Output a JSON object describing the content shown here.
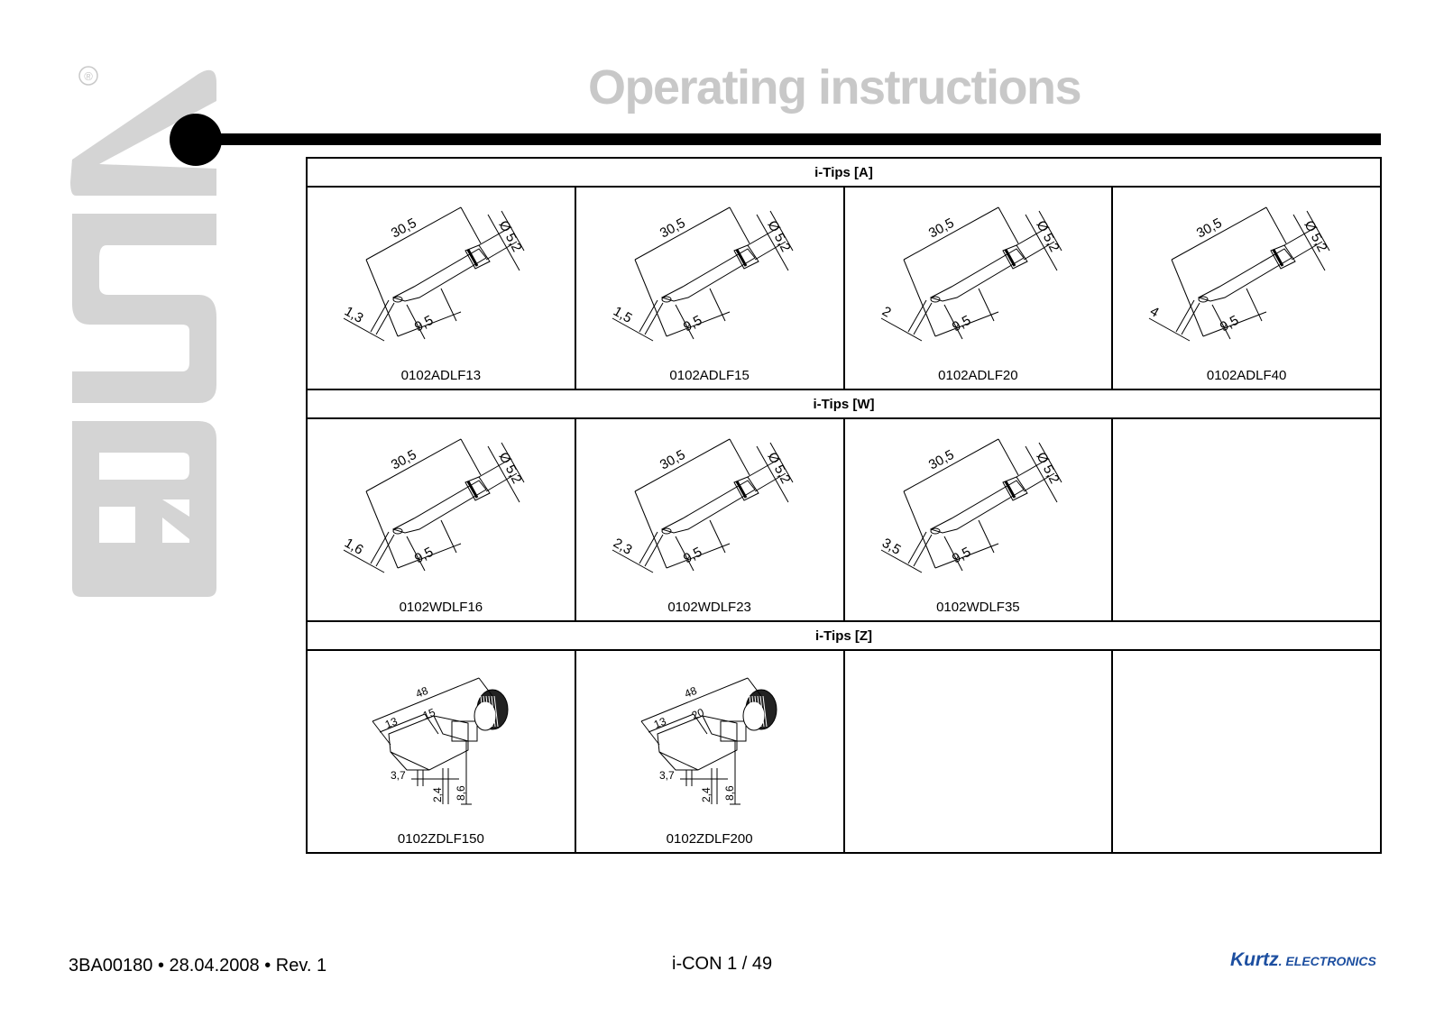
{
  "brand_logo": "ERSA",
  "registered_mark": "®",
  "page_title": "Operating instructions",
  "sections": [
    {
      "title": "i-Tips [A]",
      "items": [
        {
          "part": "0102ADLF13",
          "length": "30,5",
          "diameter": "Ø 5,2",
          "width": "1,3",
          "taper": "9,5"
        },
        {
          "part": "0102ADLF15",
          "length": "30,5",
          "diameter": "Ø 5,2",
          "width": "1,5",
          "taper": "9,5"
        },
        {
          "part": "0102ADLF20",
          "length": "30,5",
          "diameter": "Ø 5,2",
          "width": "2",
          "taper": "9,5"
        },
        {
          "part": "0102ADLF40",
          "length": "30,5",
          "diameter": "Ø 5,2",
          "width": "4",
          "taper": "9,5"
        }
      ]
    },
    {
      "title": "i-Tips [W]",
      "items": [
        {
          "part": "0102WDLF16",
          "length": "30,5",
          "diameter": "Ø 5,2",
          "width": "1,6",
          "taper": "9,5"
        },
        {
          "part": "0102WDLF23",
          "length": "30,5",
          "diameter": "Ø 5,2",
          "width": "2,3",
          "taper": "9,5"
        },
        {
          "part": "0102WDLF35",
          "length": "30,5",
          "diameter": "Ø 5,2",
          "width": "3,5",
          "taper": "9,5"
        }
      ]
    },
    {
      "title": "i-Tips [Z]",
      "items": [
        {
          "part": "0102ZDLF150",
          "length": "48",
          "blade": "13",
          "inner": "15",
          "thick": "3,7",
          "gap": "2,4",
          "height": "8,6"
        },
        {
          "part": "0102ZDLF200",
          "length": "48",
          "blade": "13",
          "inner": "20",
          "thick": "3,7",
          "gap": "2,4",
          "height": "8,6"
        }
      ]
    }
  ],
  "footer": {
    "doc_ref": "3BA00180 • 28.04.2008 • Rev. 1",
    "page": "i-CON 1 / 49",
    "company": "Kurtz",
    "company_suffix": "ELECTRONICS"
  }
}
